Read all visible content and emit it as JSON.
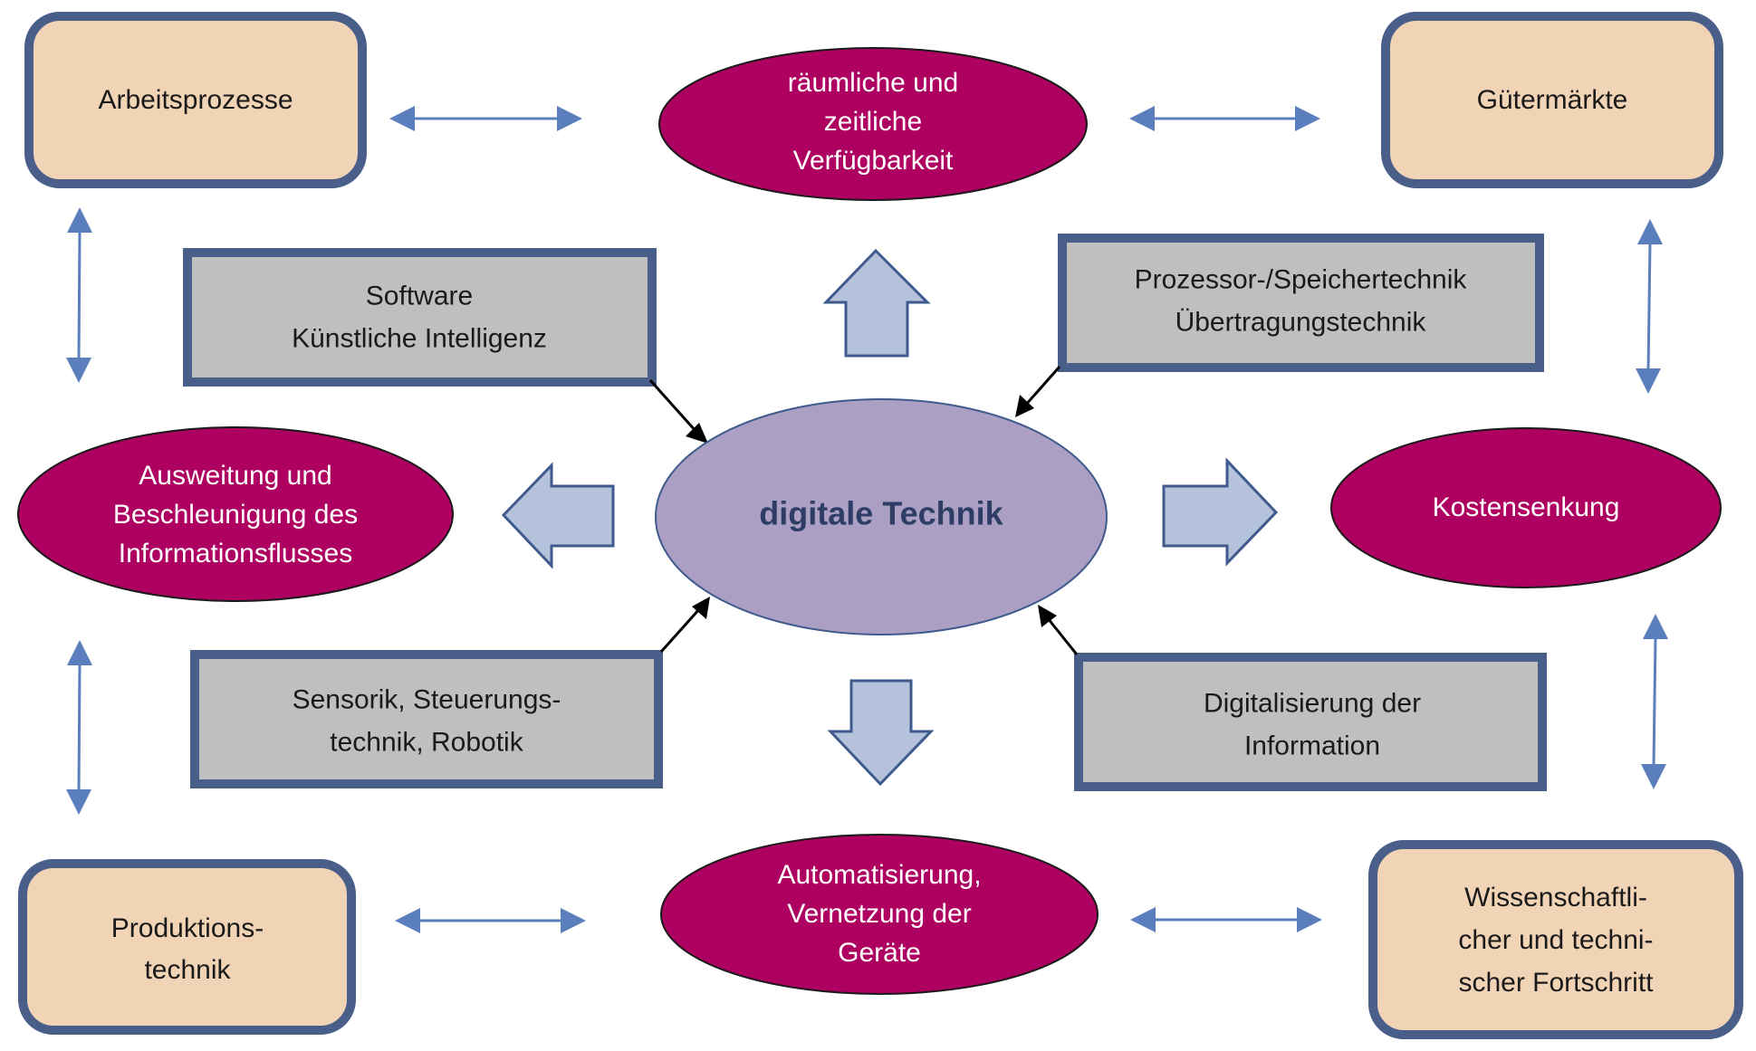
{
  "diagram": {
    "core": {
      "label": "digitale Technik"
    },
    "outer_boxes": {
      "arbeitsprozesse": {
        "lines": [
          "Arbeitsprozesse"
        ]
      },
      "guetermaerkte": {
        "lines": [
          "Gütermärkte"
        ]
      },
      "produktionstechnik": {
        "lines": [
          "Produktions-",
          "technik"
        ]
      },
      "fortschritt": {
        "lines": [
          "Wissenschaftli-",
          "cher und techni-",
          "scher Fortschritt"
        ]
      }
    },
    "tech_boxes": {
      "software": {
        "lines": [
          "Software",
          "Künstliche Intelligenz"
        ]
      },
      "prozessor": {
        "lines": [
          "Prozessor-/Speichertechnik",
          "Übertragungstechnik"
        ]
      },
      "sensorik": {
        "lines": [
          "Sensorik, Steuerungs-",
          "technik, Robotik"
        ]
      },
      "digitalisierung": {
        "lines": [
          "Digitalisierung der",
          "Information"
        ]
      }
    },
    "effects": {
      "verfuegbarkeit": {
        "lines": [
          "räumliche und",
          "zeitliche",
          "Verfügbarkeit"
        ]
      },
      "informationsfluss": {
        "lines": [
          "Ausweitung und",
          "Beschleunigung des",
          "Informationsflusses"
        ]
      },
      "kostensenkung": {
        "lines": [
          "Kostensenkung"
        ]
      },
      "automatisierung": {
        "lines": [
          "Automatisierung,",
          "Vernetzung der",
          "Geräte"
        ]
      }
    },
    "colors": {
      "outer_fill": "#f1d3b5",
      "tech_fill": "#bfbfbf",
      "box_border": "#4a5e8a",
      "effect_fill": "#ae0060",
      "core_fill": "#aba0c3",
      "core_text": "#2e3d66",
      "block_arrow_fill": "#b4c2dc",
      "link_arrow": "#5b7fbd"
    }
  }
}
